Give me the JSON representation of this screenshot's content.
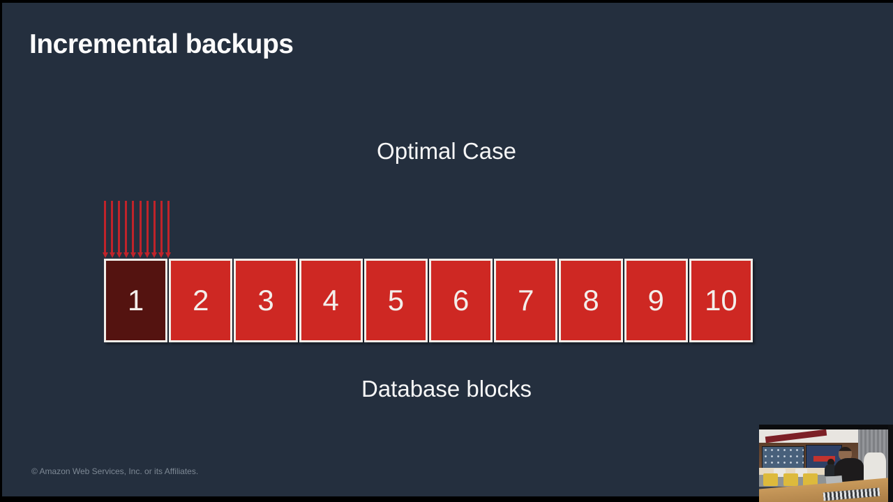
{
  "slide": {
    "title": "Incremental backups",
    "diagram_title": "Optimal Case",
    "diagram_caption": "Database blocks",
    "footer": "© Amazon Web Services, Inc. or its Affiliates."
  },
  "diagram": {
    "blocks": [
      {
        "label": "1",
        "state": "changed"
      },
      {
        "label": "2",
        "state": "unchanged"
      },
      {
        "label": "3",
        "state": "unchanged"
      },
      {
        "label": "4",
        "state": "unchanged"
      },
      {
        "label": "5",
        "state": "unchanged"
      },
      {
        "label": "6",
        "state": "unchanged"
      },
      {
        "label": "7",
        "state": "unchanged"
      },
      {
        "label": "8",
        "state": "unchanged"
      },
      {
        "label": "9",
        "state": "unchanged"
      },
      {
        "label": "10",
        "state": "unchanged"
      }
    ],
    "arrows": {
      "count": 10,
      "target_block": "1"
    },
    "colors": {
      "background": "#242f3e",
      "block_red": "#ce2823",
      "block_changed": "#541310",
      "block_border": "#f2eee9",
      "arrow": "#c0232a",
      "text": "#fdfdfd",
      "footer_text": "#7d8894"
    }
  },
  "webcam": {
    "name": "presenter-camera-video"
  }
}
